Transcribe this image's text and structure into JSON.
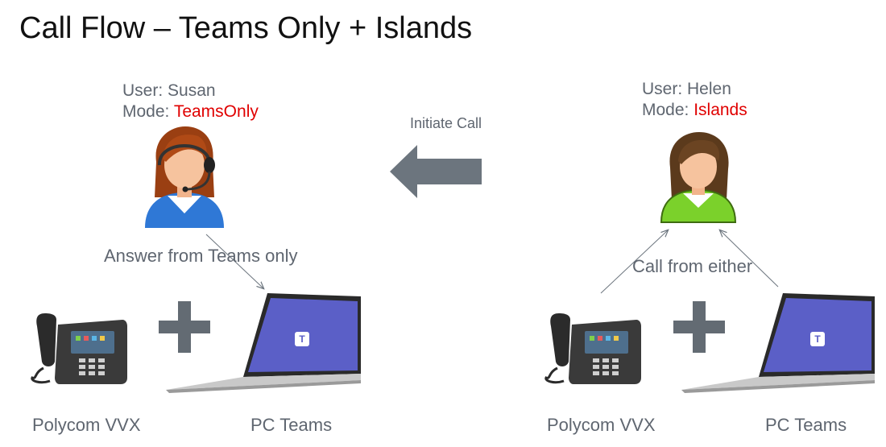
{
  "title": "Call Flow – Teams Only + Islands",
  "left_user": {
    "user_label": "User: Susan",
    "mode_prefix": "Mode: ",
    "mode_value": "TeamsOnly",
    "answer_caption": "Answer from Teams only",
    "device1_label": "Polycom VVX",
    "device2_label": "PC Teams"
  },
  "right_user": {
    "user_label": "User: Helen",
    "mode_prefix": "Mode: ",
    "mode_value": "Islands",
    "call_caption": "Call from either",
    "device1_label": "Polycom VVX",
    "device2_label": "PC Teams"
  },
  "center": {
    "initiate_label": "Initiate Call"
  },
  "icons": [
    "agent-avatar-icon",
    "user-avatar-icon",
    "desk-phone-icon",
    "plus-icon",
    "laptop-teams-icon",
    "arrow-left-icon"
  ],
  "colors": {
    "mode_value": "#e00000",
    "arrow": "#6c757e",
    "teams_screen": "#5b5fc7",
    "text_gray": "#5f6670"
  }
}
